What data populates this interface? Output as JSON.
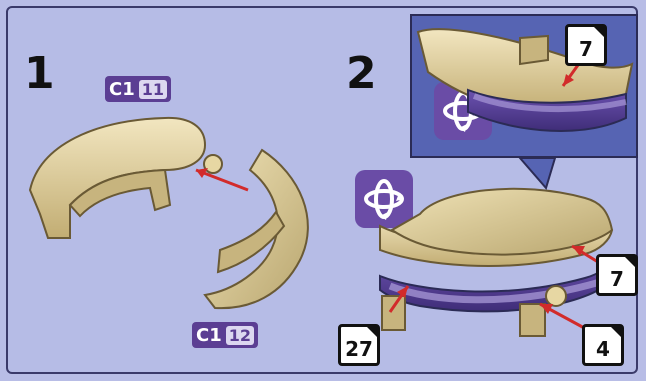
{
  "steps": {
    "step1": "1",
    "step2": "2"
  },
  "tags": {
    "top_left": {
      "prefix": "C1",
      "num": "11"
    },
    "bottom_left": {
      "prefix": "C1",
      "num": "12"
    }
  },
  "badges": {
    "callout": "7",
    "right": "7",
    "bottom_right": "4",
    "bottom_left": "27"
  },
  "colors": {
    "bg": "#b6bce6",
    "accent_purple": "#5b3e93",
    "callout_bg": "#5664b3",
    "gold": "#d6c38f",
    "arrow": "#d22b2b"
  },
  "icons": {
    "rotate_icon": "rotate-3d-icon"
  }
}
